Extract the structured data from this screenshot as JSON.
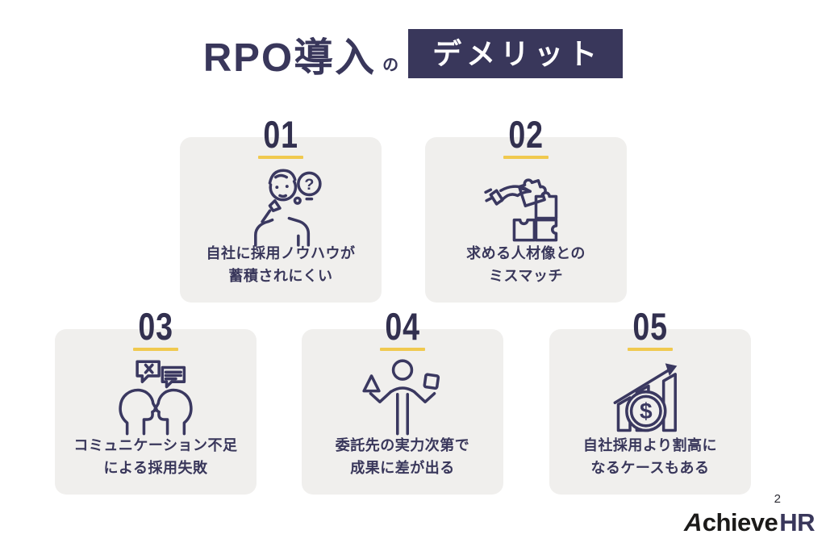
{
  "title": {
    "main": "RPO導入",
    "particle": "の",
    "highlight": "デメリット"
  },
  "colors": {
    "navy": "#39375B",
    "number_navy": "#32304F",
    "accent_yellow": "#F0C94F",
    "card_background": "#F0EFED",
    "logo_black": "#1B1A19",
    "background": "#FFFFFF"
  },
  "cards": [
    {
      "number": "01",
      "icon": "thinking-person-icon",
      "line1": "自社に採用ノウハウが",
      "line2": "蓄積されにくい"
    },
    {
      "number": "02",
      "icon": "puzzle-mismatch-icon",
      "line1": "求める人材像との",
      "line2": "ミスマッチ"
    },
    {
      "number": "03",
      "icon": "communication-heads-icon",
      "line1": "コミュニケーション不足",
      "line2": "による採用失敗"
    },
    {
      "number": "04",
      "icon": "comparison-person-icon",
      "line1": "委託先の実力次第で",
      "line2": "成果に差が出る"
    },
    {
      "number": "05",
      "icon": "cost-chart-icon",
      "line1": "自社採用より割高に",
      "line2": "なるケースもある"
    }
  ],
  "footer": {
    "page_number": "2",
    "logo_achieve": "Achieve",
    "logo_hr": "HR"
  }
}
